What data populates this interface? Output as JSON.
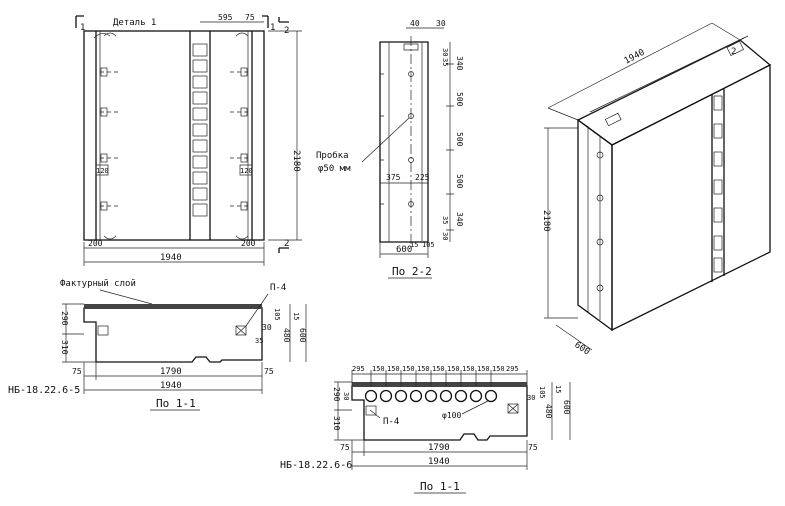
{
  "front": {
    "detail_label": "Деталь 1",
    "cut_mark_top": "1",
    "cut_mark_bottom": "1",
    "section_mark_top": "2",
    "section_mark_bottom": "2",
    "dim_595": "595",
    "dim_75": "75",
    "dim_120_left": "120",
    "dim_120_right": "120",
    "dim_200_left": "200",
    "dim_200_right": "200",
    "dim_width": "1940",
    "dim_height": "2180"
  },
  "side": {
    "dim_40": "40",
    "dim_30_top": "30",
    "dim_35_top": "35",
    "dim_340_top": "340",
    "dim_500_a": "500",
    "dim_500_b": "500",
    "dim_500_c": "500",
    "dim_340_bottom": "340",
    "dim_35_bottom": "35",
    "dim_30_bottom": "30",
    "dim_375": "375",
    "dim_225": "225",
    "dim_15": "15",
    "dim_105": "105",
    "dim_600": "600",
    "plug_label": "Пробка",
    "plug_diameter": "φ50 мм",
    "title": "По 2-2"
  },
  "section_a": {
    "layer_label": "Фактурный слой",
    "bolt_label": "П-4",
    "dim_290": "290",
    "dim_310": "310",
    "dim_105": "105",
    "dim_30": "30",
    "dim_35": "35",
    "dim_480": "480",
    "dim_600": "600",
    "dim_15": "15",
    "dim_75_left": "75",
    "dim_75_right": "75",
    "dim_1790": "1790",
    "dim_1940": "1940",
    "mark": "НБ-18.22.6-5",
    "title": "По 1-1"
  },
  "section_b": {
    "top_dims": [
      "295",
      "150",
      "150",
      "150",
      "150",
      "150",
      "150",
      "150",
      "150",
      "150",
      "295"
    ],
    "dim_290": "290",
    "dim_310": "310",
    "dim_30": "30",
    "dim_480": "480",
    "dim_600": "600",
    "dim_15": "15",
    "dim_105": "105",
    "bolt_label": "П-4",
    "hole_label": "φ100",
    "dim_75_left": "75",
    "dim_75_right": "75",
    "dim_1790": "1790",
    "dim_1940": "1940",
    "mark": "НБ-18.22.6-6",
    "title": "По 1-1"
  },
  "iso": {
    "dim_width": "1940",
    "dim_height": "2180",
    "dim_depth": "600",
    "detail_mark": "2"
  }
}
